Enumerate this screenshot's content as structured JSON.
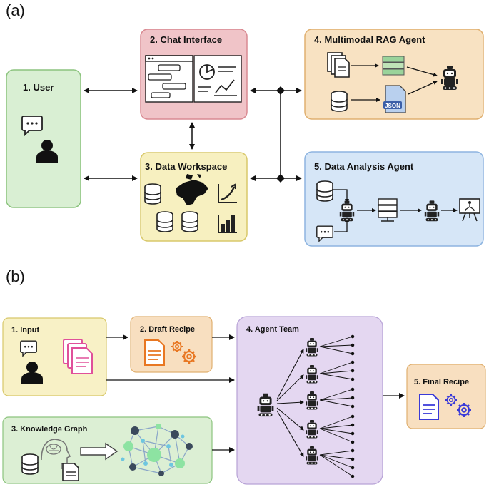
{
  "panel_a": {
    "label": "(a)",
    "boxes": {
      "user": "1. User",
      "chat": "2. Chat Interface",
      "workspace": "3. Data Workspace",
      "rag": "4. Multimodal RAG Agent",
      "analysis": "5. Data Analysis Agent"
    }
  },
  "panel_b": {
    "label": "(b)",
    "boxes": {
      "input": "1. Input",
      "draft": "2. Draft Recipe",
      "kg": "3. Knowledge Graph",
      "team": "4. Agent Team",
      "final": "5. Final Recipe"
    }
  },
  "icons": {
    "json_badge": "JSON"
  },
  "colors": {
    "user_fill": "#d9efd3",
    "user_stroke": "#8cc47e",
    "chat_fill": "#f0c4c8",
    "chat_stroke": "#d98a92",
    "workspace_fill": "#f7f0c0",
    "workspace_stroke": "#d8c86a",
    "rag_fill": "#f8e2c2",
    "rag_stroke": "#e0b070",
    "analysis_fill": "#d6e6f7",
    "analysis_stroke": "#8db4e0",
    "input_fill": "#f8f1c6",
    "draft_fill": "#f8dfc0",
    "kg_fill": "#dcefd4",
    "team_fill": "#e4d7f1",
    "final_fill": "#f8dfc0"
  }
}
